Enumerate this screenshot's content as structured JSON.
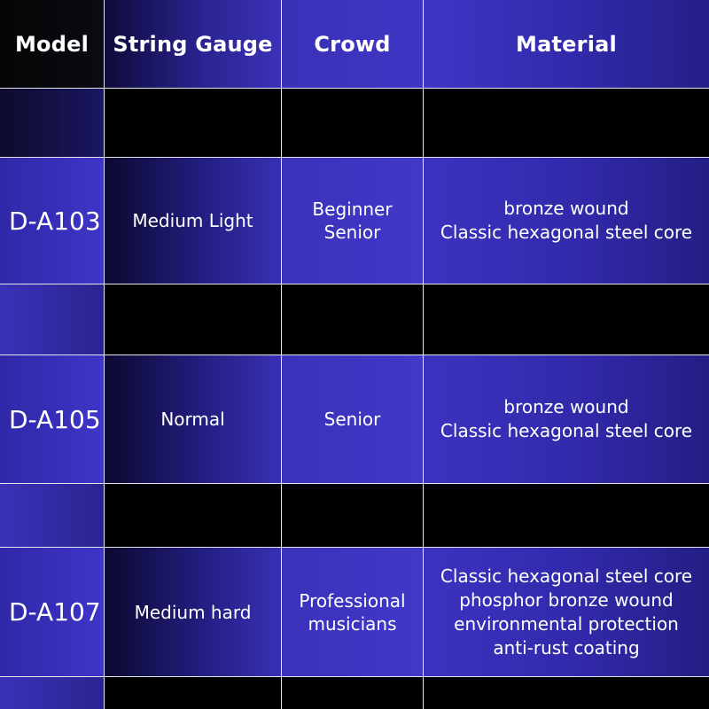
{
  "header": {
    "model": "Model",
    "string_gauge": "String Gauge",
    "crowd": "Crowd",
    "material": "Material"
  },
  "rows": [
    {
      "model": "D-A103",
      "string_gauge": "Medium Light",
      "crowd": [
        "Beginner",
        "Senior"
      ],
      "material": [
        "bronze wound",
        "Classic hexagonal steel core"
      ]
    },
    {
      "model": "D-A105",
      "string_gauge": "Normal",
      "crowd": [
        "Senior"
      ],
      "material": [
        "bronze wound",
        "Classic hexagonal steel core"
      ]
    },
    {
      "model": "D-A107",
      "string_gauge": "Medium hard",
      "crowd": [
        "Professional",
        "musicians"
      ],
      "material": [
        "Classic hexagonal steel core",
        "phosphor bronze wound",
        "environmental protection",
        "anti-rust coating"
      ]
    }
  ],
  "colors": {
    "accent_blue": "#3e35c4",
    "dark_navy": "#0d0b2e",
    "border": "#e6e6f0",
    "text": "#ffffff"
  }
}
